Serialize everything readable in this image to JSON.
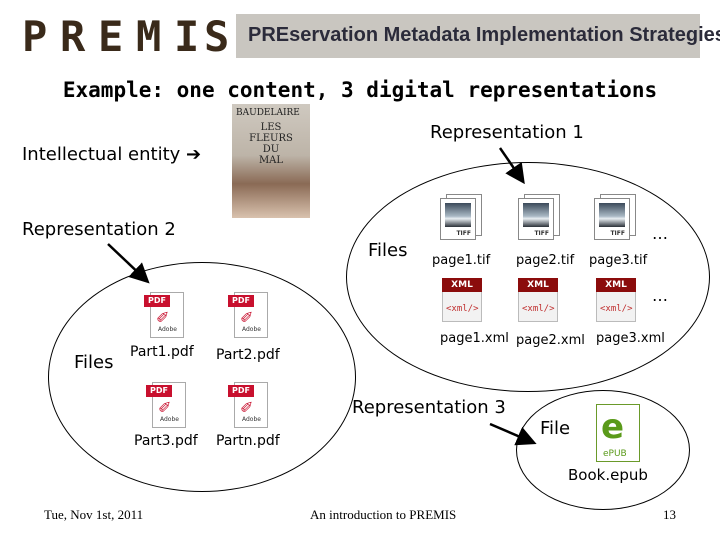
{
  "header": {
    "logo_letters": [
      "P",
      "R",
      "E",
      "M",
      "I",
      "S"
    ],
    "banner_text": "PREservation Metadata Implementation Strategies"
  },
  "title": "Example: one content, 3 digital representations",
  "intellectual_entity": {
    "label": "Intellectual entity",
    "arrow": "➔",
    "book_author": "BAUDELAIRE",
    "book_title": [
      "LES",
      "FLEURS",
      "DU",
      "MAL"
    ]
  },
  "representation1": {
    "label": "Representation 1",
    "files_label": "Files",
    "tif_files": [
      "page1.tif",
      "page2.tif",
      "page3.tif"
    ],
    "xml_files": [
      "page1.xml",
      "page2.xml",
      "page3.xml"
    ],
    "ellipsis": "…",
    "icon_tags": {
      "tif": "TIFF",
      "xml_header": "XML",
      "xml_code": "<xml/>"
    }
  },
  "representation2": {
    "label": "Representation 2",
    "files_label": "Files",
    "pdf_files": [
      "Part1.pdf",
      "Part2.pdf",
      "Part3.pdf",
      "Partn.pdf"
    ],
    "icon_tags": {
      "pdf_header": "PDF",
      "pdf_brand": "Adobe"
    }
  },
  "representation3": {
    "label": "Representation 3",
    "file_label": "File",
    "file_name": "Book.epub",
    "icon_tags": {
      "epub": "e",
      "epub_label": "ePUB"
    }
  },
  "footer": {
    "date": "Tue, Nov 1st, 2011",
    "center": "An introduction to PREMIS",
    "page": "13"
  }
}
